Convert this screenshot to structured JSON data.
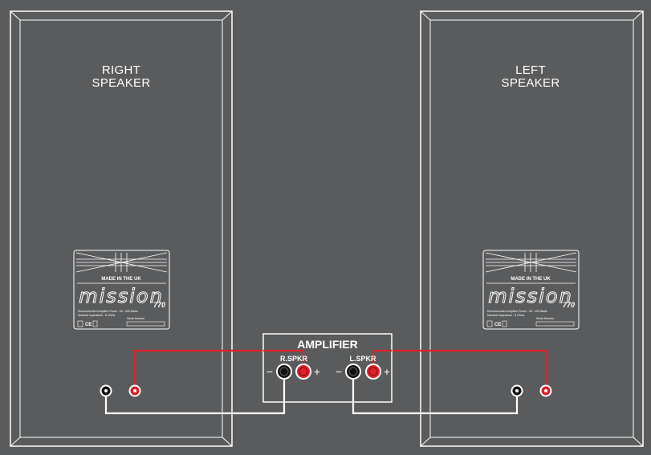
{
  "speakers": {
    "right": {
      "title_line1": "RIGHT",
      "title_line2": "SPEAKER"
    },
    "left": {
      "title_line1": "LEFT",
      "title_line2": "SPEAKER"
    }
  },
  "plate": {
    "made_in": "MADE IN THE UK",
    "brand": "mission",
    "model": "770",
    "power_line": "Recommended Amplifier Power : 25 - 200 Watts",
    "impedance_line": "Nominal Impedance          : 8 Ohms",
    "serial_label": "Serial Number",
    "marks": "CE"
  },
  "amplifier": {
    "title": "AMPLIFIER",
    "right_output": "R.SPKR",
    "left_output": "L.SPKR",
    "minus": "−",
    "plus": "+"
  },
  "colors": {
    "background": "#5a5b5c",
    "line": "#ffffff",
    "positive": "#e0202a",
    "negative": "#111111"
  }
}
